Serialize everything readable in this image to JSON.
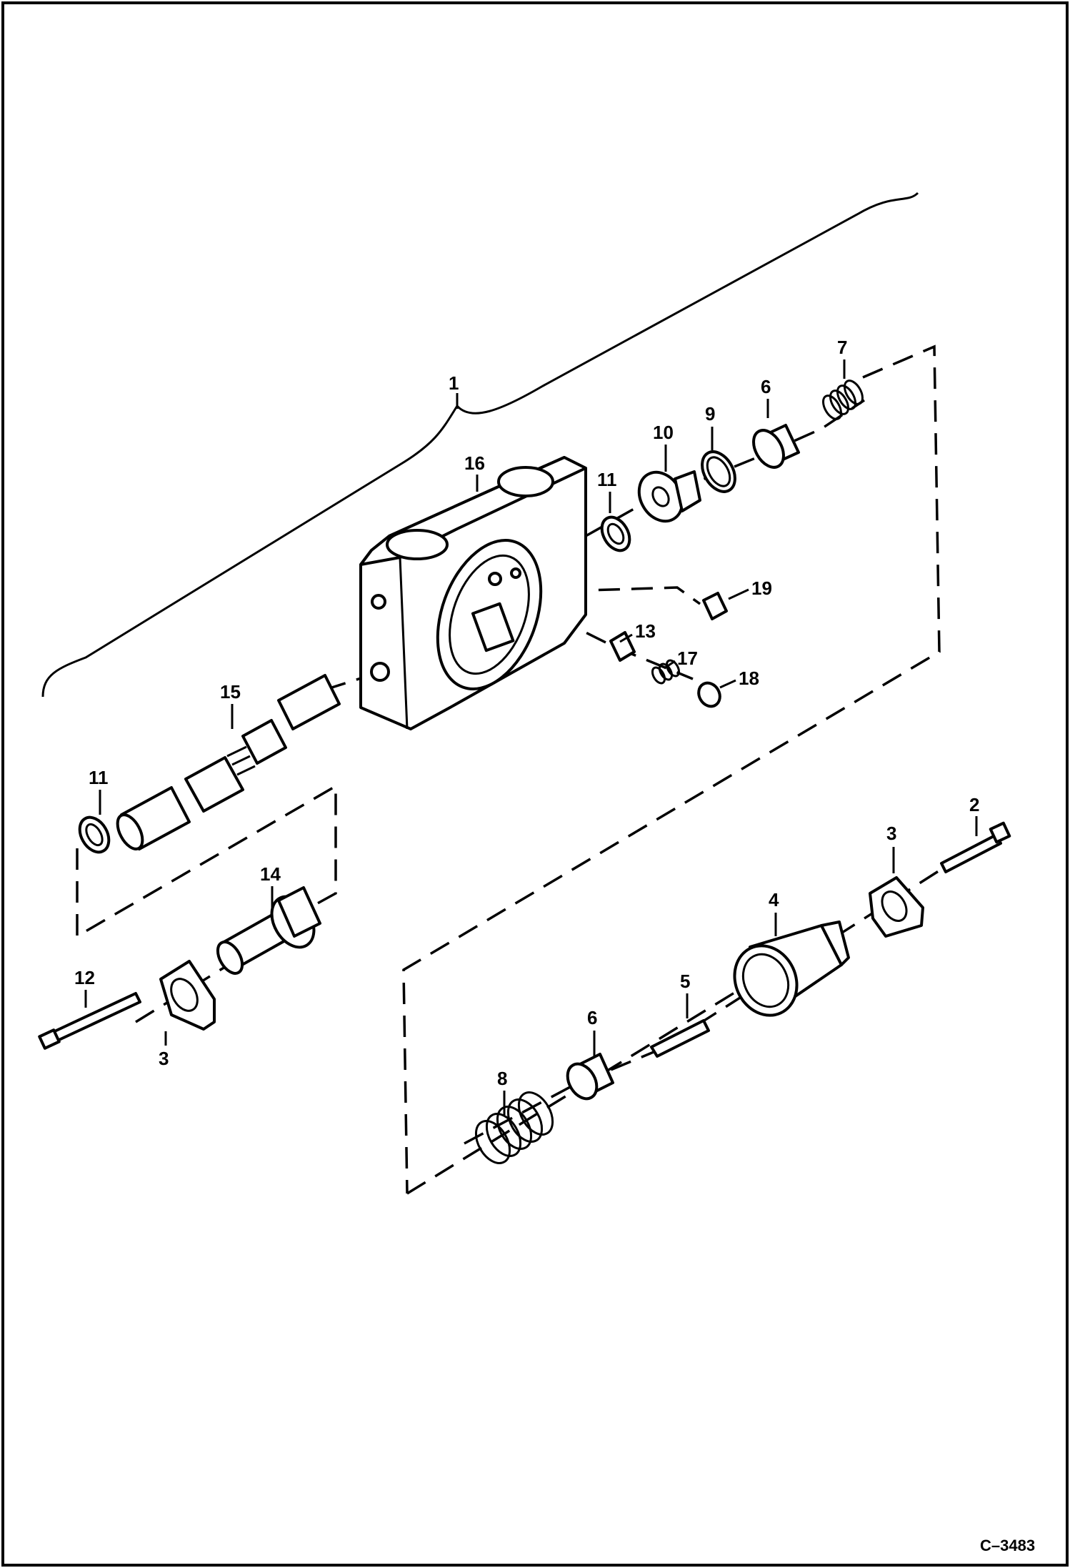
{
  "figure_id": "C–3483",
  "callouts": [
    "1",
    "2",
    "3",
    "3",
    "4",
    "5",
    "6",
    "6",
    "7",
    "8",
    "9",
    "10",
    "11",
    "11",
    "12",
    "13",
    "14",
    "15",
    "16",
    "17",
    "18",
    "19"
  ]
}
